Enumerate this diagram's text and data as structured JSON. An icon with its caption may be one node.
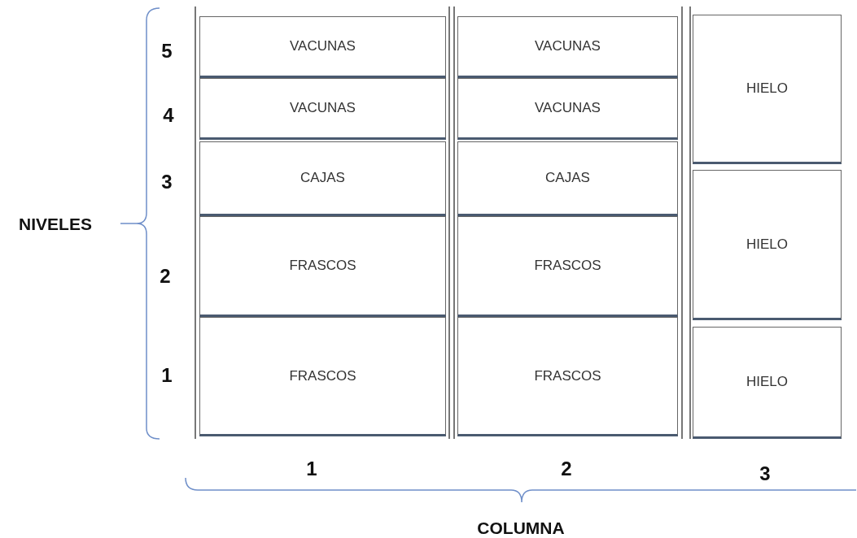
{
  "diagram": {
    "nodes": [
      {
        "text": [
          "VACUNAS"
        ]
      },
      {
        "text": [
          "VACUNAS"
        ]
      },
      {
        "text": [
          "CAJAS"
        ]
      },
      {
        "text": [
          "FRASCOS"
        ]
      },
      {
        "text": [
          "FRASCOS"
        ]
      },
      {
        "text": [
          "VACUNAS"
        ]
      },
      {
        "text": [
          "VACUNAS"
        ]
      },
      {
        "text": [
          "CAJAS"
        ]
      },
      {
        "text": [
          "FRASCOS"
        ]
      },
      {
        "text": [
          "FRASCOS"
        ]
      },
      {
        "text": [
          "HIELO"
        ]
      },
      {
        "text": [
          "HIELO"
        ]
      },
      {
        "text": [
          "HIELO"
        ]
      }
    ],
    "edges": [],
    "labels": [
      "5",
      "4",
      "3",
      "NIVELES",
      "2",
      "1",
      "1",
      "2",
      "3",
      "COLUMNA"
    ]
  }
}
